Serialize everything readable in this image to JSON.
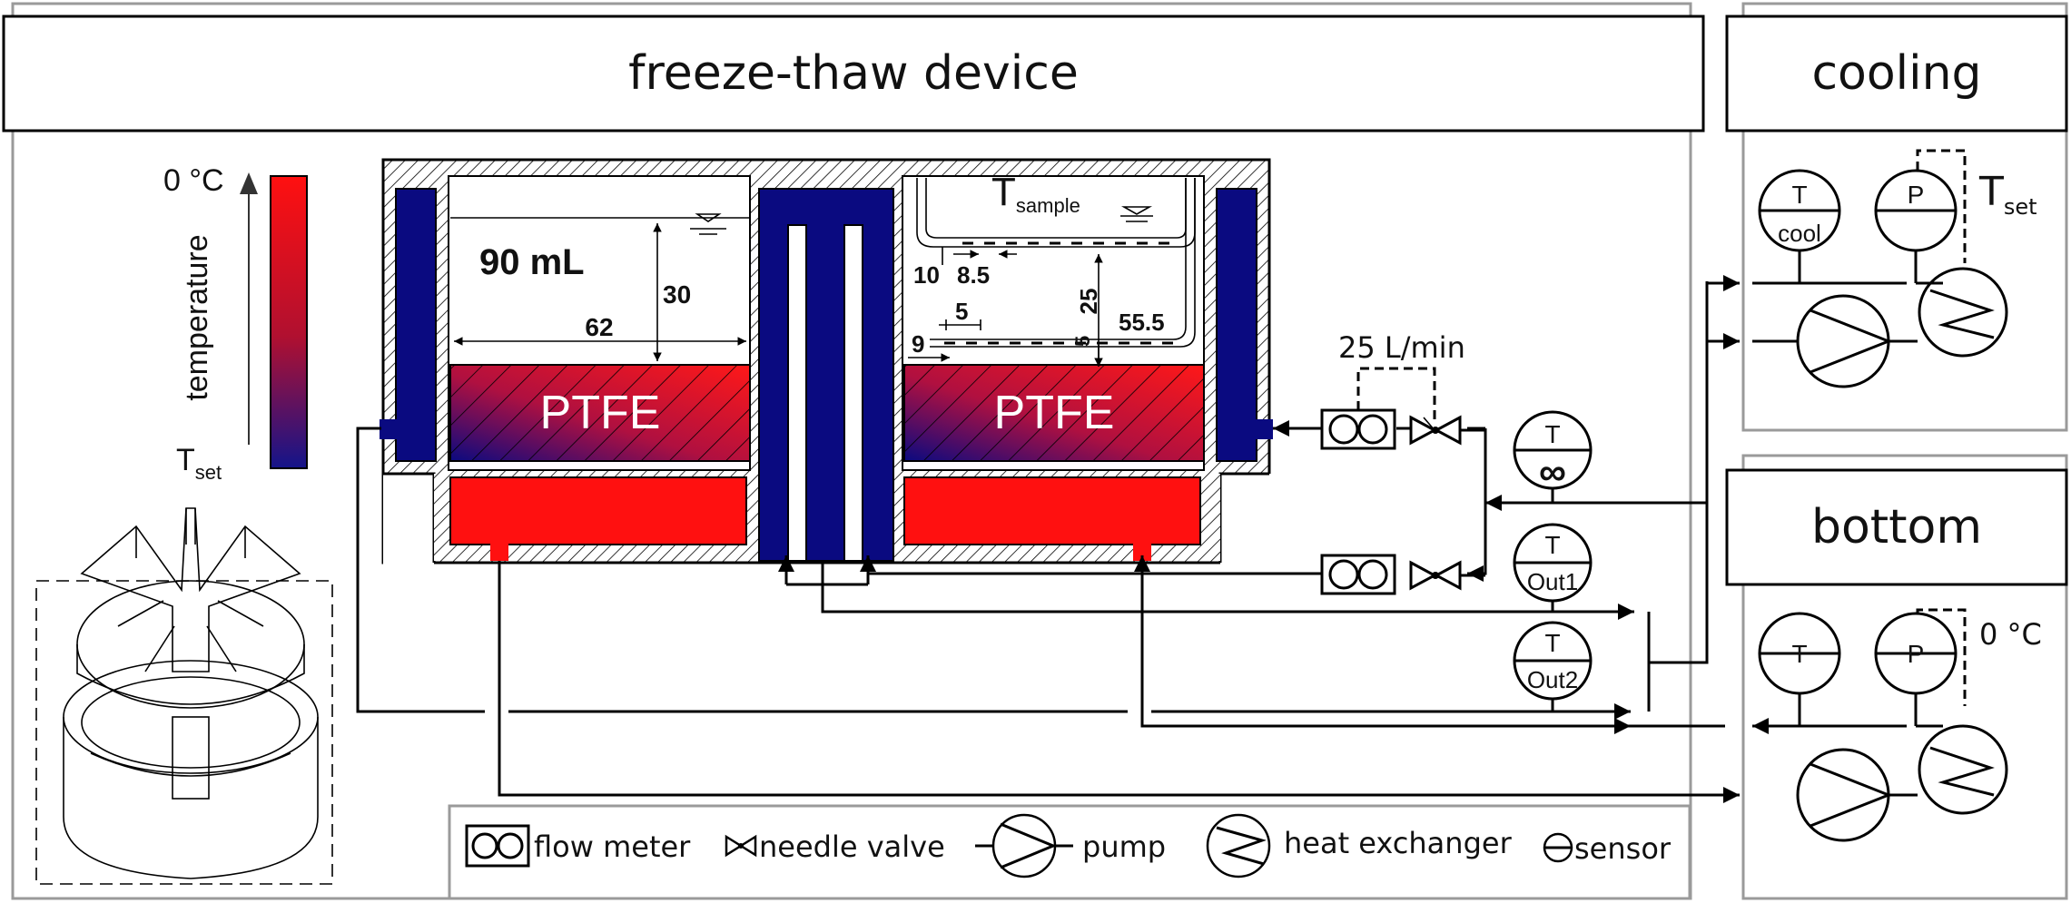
{
  "headers": {
    "device": "freeze-thaw device",
    "cooling": "cooling",
    "bottom": "bottom"
  },
  "scale": {
    "top": "0 °C",
    "axis": "temperature",
    "bottom_main": "T",
    "bottom_sub": "set"
  },
  "vessel": {
    "volume": "90 mL",
    "material_left": "PTFE",
    "material_right": "PTFE",
    "sample_main": "T",
    "sample_sub": "sample"
  },
  "dimensions": {
    "d30": "30",
    "d62": "62",
    "d10": "10",
    "d85": "8.5",
    "d25": "25",
    "d5a": "5",
    "d555": "55.5",
    "d9": "9",
    "d5b": "5"
  },
  "flow": {
    "rate": "25 L/min"
  },
  "sensors": {
    "inf_t": "T",
    "inf_sym": "∞",
    "out1_t": "T",
    "out1_sub": "Out1",
    "out2_t": "T",
    "out2_sub": "Out2",
    "cool_t": "T",
    "cool_sub": "cool",
    "cool_p": "P",
    "cool_set_main": "T",
    "cool_set_sub": "set",
    "bottom_t": "T",
    "bottom_p": "P",
    "bottom_set": "0 °C"
  },
  "legend": {
    "flow_meter": "flow meter",
    "needle_valve": "needle valve",
    "pump": "pump",
    "heat_exchanger": "heat exchanger",
    "sensor": "sensor"
  },
  "colors": {
    "hot": "#ff1010",
    "cold": "#0a0a80",
    "frame": "#9a9a9a"
  }
}
